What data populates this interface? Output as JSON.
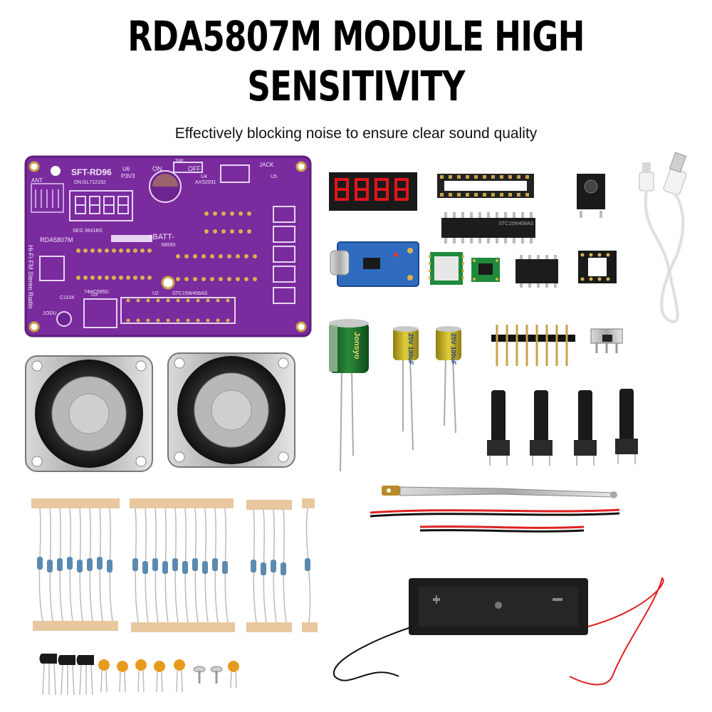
{
  "header": {
    "title_line1": "RDA5807M MODULE HIGH",
    "title_line2": "SENSITIVITY",
    "subtitle": "Effectively blocking noise to ensure clear sound quality"
  },
  "pcb": {
    "name": "SFT-RD96",
    "date_code": "DN:GL712152",
    "labels": [
      "ANT",
      "U6",
      "P3V3",
      "ON",
      "SW",
      "OFF",
      "JACK",
      "U4",
      "AXS2031",
      "U5",
      "RDA5807M",
      "+BATT-",
      "S8550",
      "STC15W408AS",
      "74HC595D",
      "C1104",
      "1ODU",
      "SEG 3641BS",
      "Hi-Fi FM Stereo Radio",
      "U3",
      "U2"
    ]
  },
  "parts": {
    "display_digits": "8.8.8.8",
    "ic_label": "STC15W408AS",
    "cap_large": "Jonsyo",
    "cap_small_1": "25V 100uF",
    "cap_small_2": "25V 100uF"
  },
  "colors": {
    "pcb": "#7a2b9e",
    "pcb_dark": "#5c1f7a",
    "red_led": "#e3141b",
    "cap_green": "#1f6a2a",
    "cap_yellow": "#c8b623",
    "tape": "#e9c79f",
    "usb_module": "#2f6bbf",
    "radio_module": "#1e8a3c"
  }
}
